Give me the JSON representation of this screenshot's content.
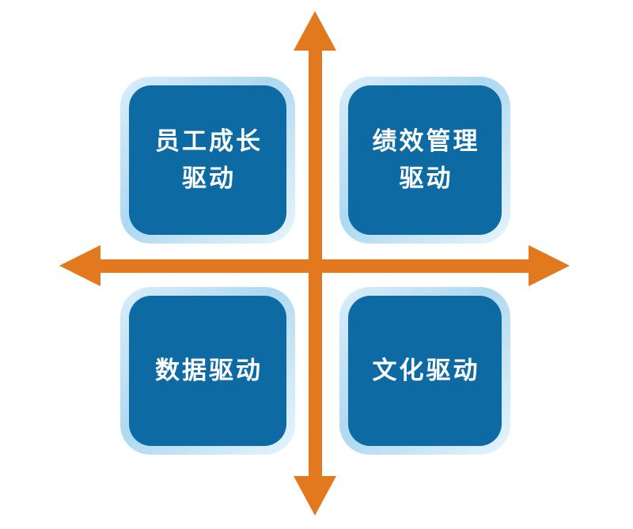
{
  "diagram": {
    "type": "quadrant-diagram",
    "background": "#ffffff",
    "axes": {
      "style": "cross-with-four-arrowheads",
      "color": "#e2791e"
    },
    "box_style": {
      "fill": "#0d6aa3",
      "border_gradient": [
        "#daeefa",
        "#aed9f1",
        "#e6f5fc"
      ],
      "text_color": "#ffffff"
    },
    "quadrants": [
      {
        "position": "top-left",
        "label": "员工成长驱动",
        "lines": [
          "员工成长",
          "驱动"
        ]
      },
      {
        "position": "top-right",
        "label": "绩效管理驱动",
        "lines": [
          "绩效管理",
          "驱动"
        ]
      },
      {
        "position": "bottom-left",
        "label": "数据驱动",
        "lines": [
          "数据驱动"
        ]
      },
      {
        "position": "bottom-right",
        "label": "文化驱动",
        "lines": [
          "文化驱动"
        ]
      }
    ]
  }
}
